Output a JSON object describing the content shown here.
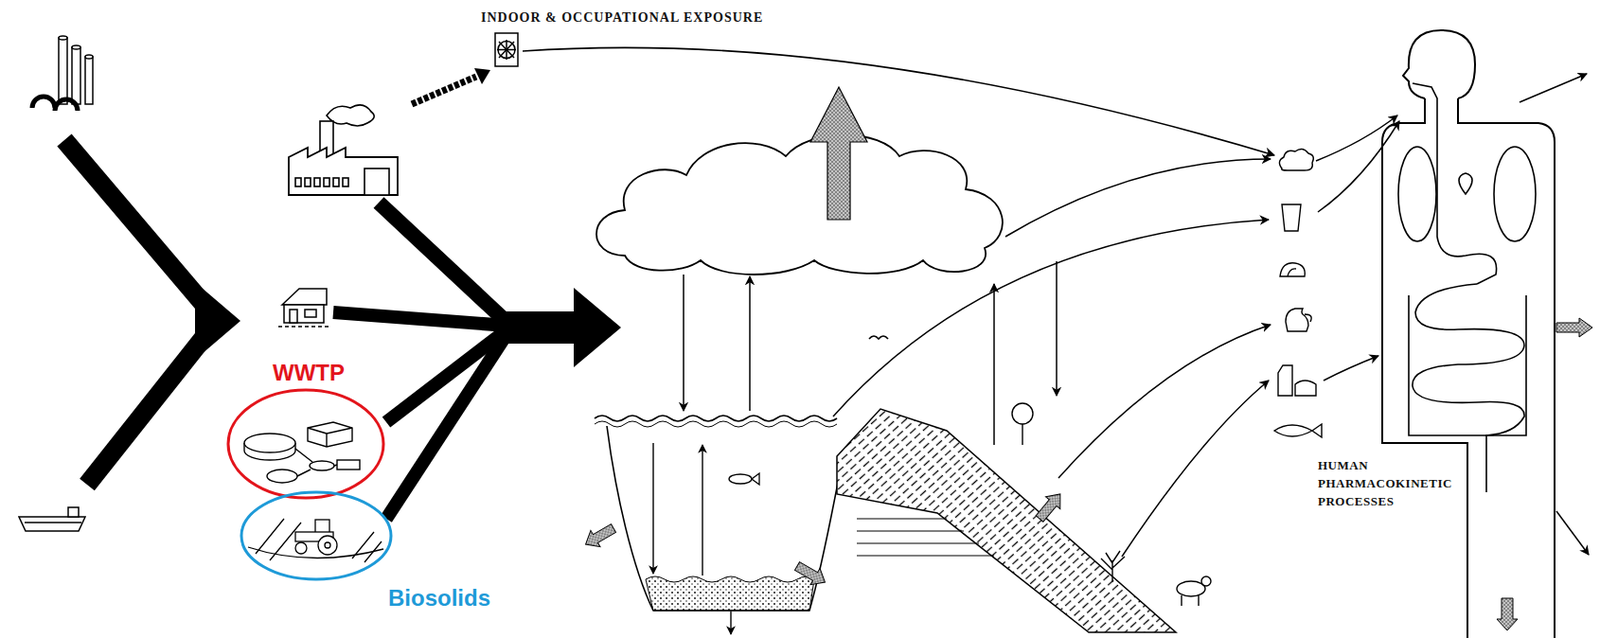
{
  "diagram": {
    "nodes": [
      {
        "text": [
          "WWTP"
        ]
      },
      {
        "text": [
          "Biosolids"
        ]
      }
    ],
    "labels": [
      "INDOOR & OCCUPATIONAL EXPOSURE",
      "HUMAN PHARMACOKINETIC PROCESSES"
    ]
  }
}
